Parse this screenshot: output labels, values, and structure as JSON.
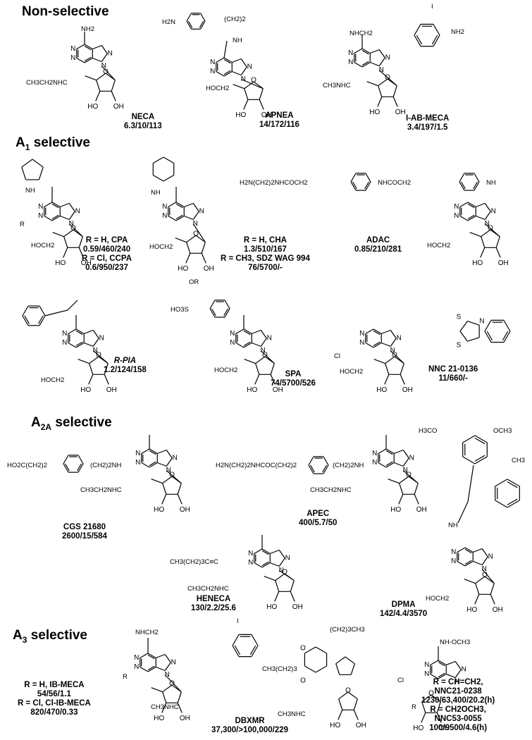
{
  "sections": {
    "nonselective": "Non-selective",
    "a1_main": "A",
    "a1_sub": "1",
    "a1_rest": " selective",
    "a2a_main": "A",
    "a2a_sub": "2A",
    "a2a_rest": " selective",
    "a3_main": "A",
    "a3_sub": "3",
    "a3_rest": " selective"
  },
  "compounds": {
    "neca": {
      "name": "NECA",
      "values": "6.3/10/113",
      "sub1": "CH3CH2NHC",
      "nh2": "NH2"
    },
    "apnea": {
      "name": "APNEA",
      "values": "14/172/116",
      "sub1": "H2N",
      "sub2": "(CH2)2",
      "sub3": "HOCH2"
    },
    "iabmeca": {
      "name": "I-AB-MECA",
      "values": "3.4/197/1.5",
      "sub1": "NHCH2",
      "sub2": "NH2",
      "sub3": "CH3NHC",
      "sub4": "I"
    },
    "cpa": {
      "l1": "R = H,  CPA",
      "l2": "0.59/460/240",
      "l3": "R = Cl,  CCPA",
      "l4": "0.6/950/237",
      "sub1": "HOCH2",
      "r": "R"
    },
    "cha": {
      "l1": "R = H,  CHA",
      "l2": "1.3/510/167",
      "l3": "R = CH3,  SDZ WAG 994",
      "l4": "76/5700/-",
      "sub1": "HOCH2",
      "or": "OR"
    },
    "adac": {
      "name": "ADAC",
      "values": "0.85/210/281",
      "sub1": "H2N(CH2)2NHCOCH2",
      "sub2": "NHCOCH2",
      "sub3": "HOCH2"
    },
    "rpia": {
      "name": "R-PIA",
      "values": "1.2/124/158",
      "sub1": "HOCH2"
    },
    "spa": {
      "name": "SPA",
      "values": "74/5700/526",
      "sub1": "HO3S",
      "sub2": "HOCH2"
    },
    "nnc": {
      "name": "NNC 21-0136",
      "values": "11/660/-",
      "sub1": "Cl",
      "sub2": "HOCH2"
    },
    "cgs": {
      "name": "CGS 21680",
      "values": "2600/15/584",
      "sub1": "HO2C(CH2)2",
      "sub2": "(CH2)2NH",
      "sub3": "CH3CH2NHC"
    },
    "apec": {
      "name": "APEC",
      "values": "400/5.7/50",
      "sub1": "H2N(CH2)2NHCOC(CH2)2",
      "sub2": "(CH2)2NH",
      "sub3": "CH3CH2NHC"
    },
    "heneca": {
      "name": "HENECA",
      "values": "130/2.2/25.6",
      "sub1": "CH3(CH2)3C≡C",
      "sub3": "CH3CH2NHC"
    },
    "dpma": {
      "name": "DPMA",
      "values": "142/4.4/3570",
      "sub1": "H3CO",
      "sub2": "OCH3",
      "sub3": "CH3",
      "sub4": "NH",
      "sub5": "HOCH2"
    },
    "ibmeca": {
      "l1": "R = H, IB-MECA",
      "l2": "54/56/1.1",
      "l3": "R = Cl, Cl-IB-MECA",
      "l4": "820/470/0.33",
      "sub1": "NHCH2",
      "sub2": "CH3NHC",
      "i": "I",
      "r": "R"
    },
    "dbxmr": {
      "name": "DBXMR",
      "values": "37,300/>100,000/229",
      "sub1": "(CH2)3CH3",
      "sub2": "CH3(CH2)3",
      "sub3": "CH3NHC"
    },
    "nnc21": {
      "l1": "R = CH=CH2,",
      "l2": "NNC21-0238",
      "l3": "1230/63,400/20.2(h)",
      "l4": "R = CH2OCH3,",
      "l5": "NNC53-0055",
      "l6": "100/9500/4.6(h)",
      "sub1": "NH-OCH3",
      "sub2": "Cl",
      "r": "R"
    }
  },
  "atoms": {
    "n": "N",
    "o": "O",
    "oh": "OH",
    "ho": "HO",
    "nh": "NH",
    "nh2": "NH2",
    "s": "S"
  }
}
